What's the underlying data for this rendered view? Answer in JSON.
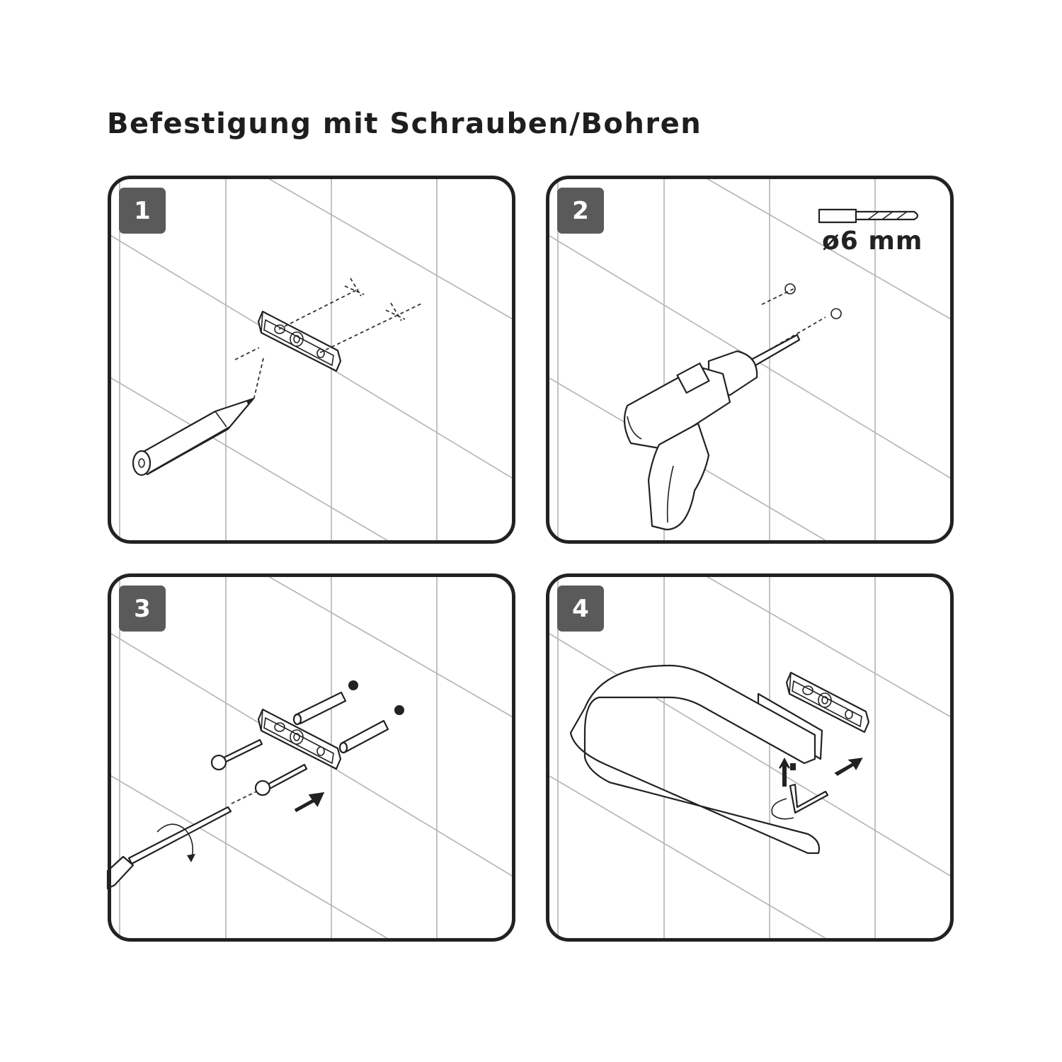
{
  "title": "Befestigung mit Schrauben/Bohren",
  "steps": [
    {
      "number": "1",
      "illustration": "pencil-marking-holes"
    },
    {
      "number": "2",
      "illustration": "drill-holes",
      "drill_size": "ø6 mm"
    },
    {
      "number": "3",
      "illustration": "insert-anchors-and-screw-bracket"
    },
    {
      "number": "4",
      "illustration": "mount-holder-with-hex-key"
    }
  ],
  "colors": {
    "badge": "#5b5a5b",
    "ink": "#222222",
    "wall_lines": "#b3b3b3"
  }
}
